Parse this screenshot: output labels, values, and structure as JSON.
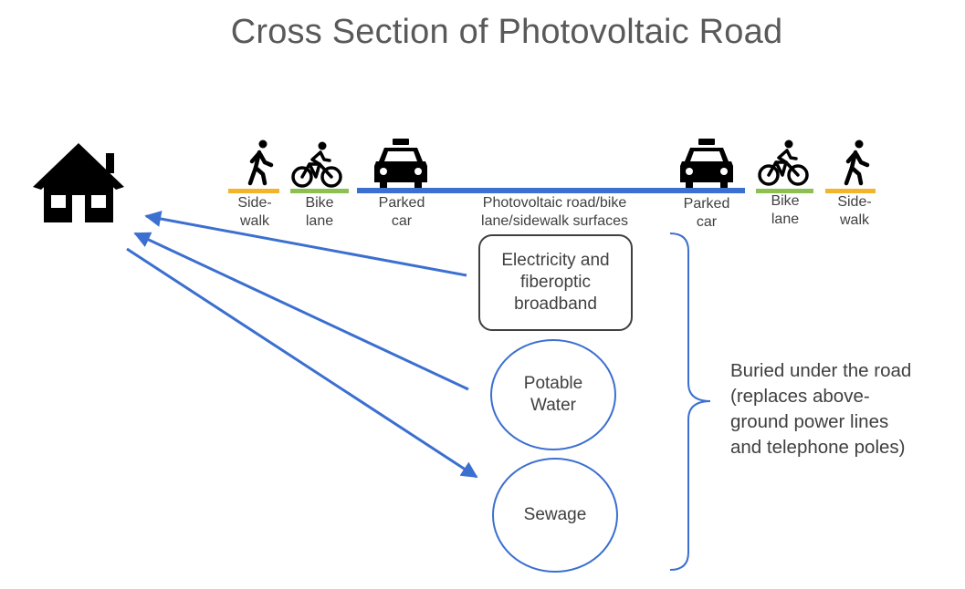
{
  "title": "Cross Section of Photovoltaic Road",
  "colors": {
    "road": "#3b6fd0",
    "sidewalk": "#f2b52a",
    "bike_lane": "#8cc152",
    "arrow": "#3b6fd0",
    "bracket": "#3b6fd0",
    "icon": "#000000"
  },
  "icons": [
    "house-icon",
    "pedestrian-icon",
    "bicycle-icon",
    "car-icon"
  ],
  "road_labels": {
    "sidewalk_left": "Side-\nwalk",
    "bike_left": "Bike\nlane",
    "parked_left": "Parked\ncar",
    "surface": "Photovoltaic road/bike\nlane/sidewalk surfaces",
    "parked_right": "Parked\ncar",
    "bike_right": "Bike\nlane",
    "sidewalk_right": "Side-\nwalk"
  },
  "underground": {
    "electricity": "Electricity and\nfiberoptic\nbroadband",
    "water": "Potable\nWater",
    "sewage": "Sewage"
  },
  "bracket_note": "Buried under the road\n(replaces above-\nground power lines\nand telephone poles)"
}
